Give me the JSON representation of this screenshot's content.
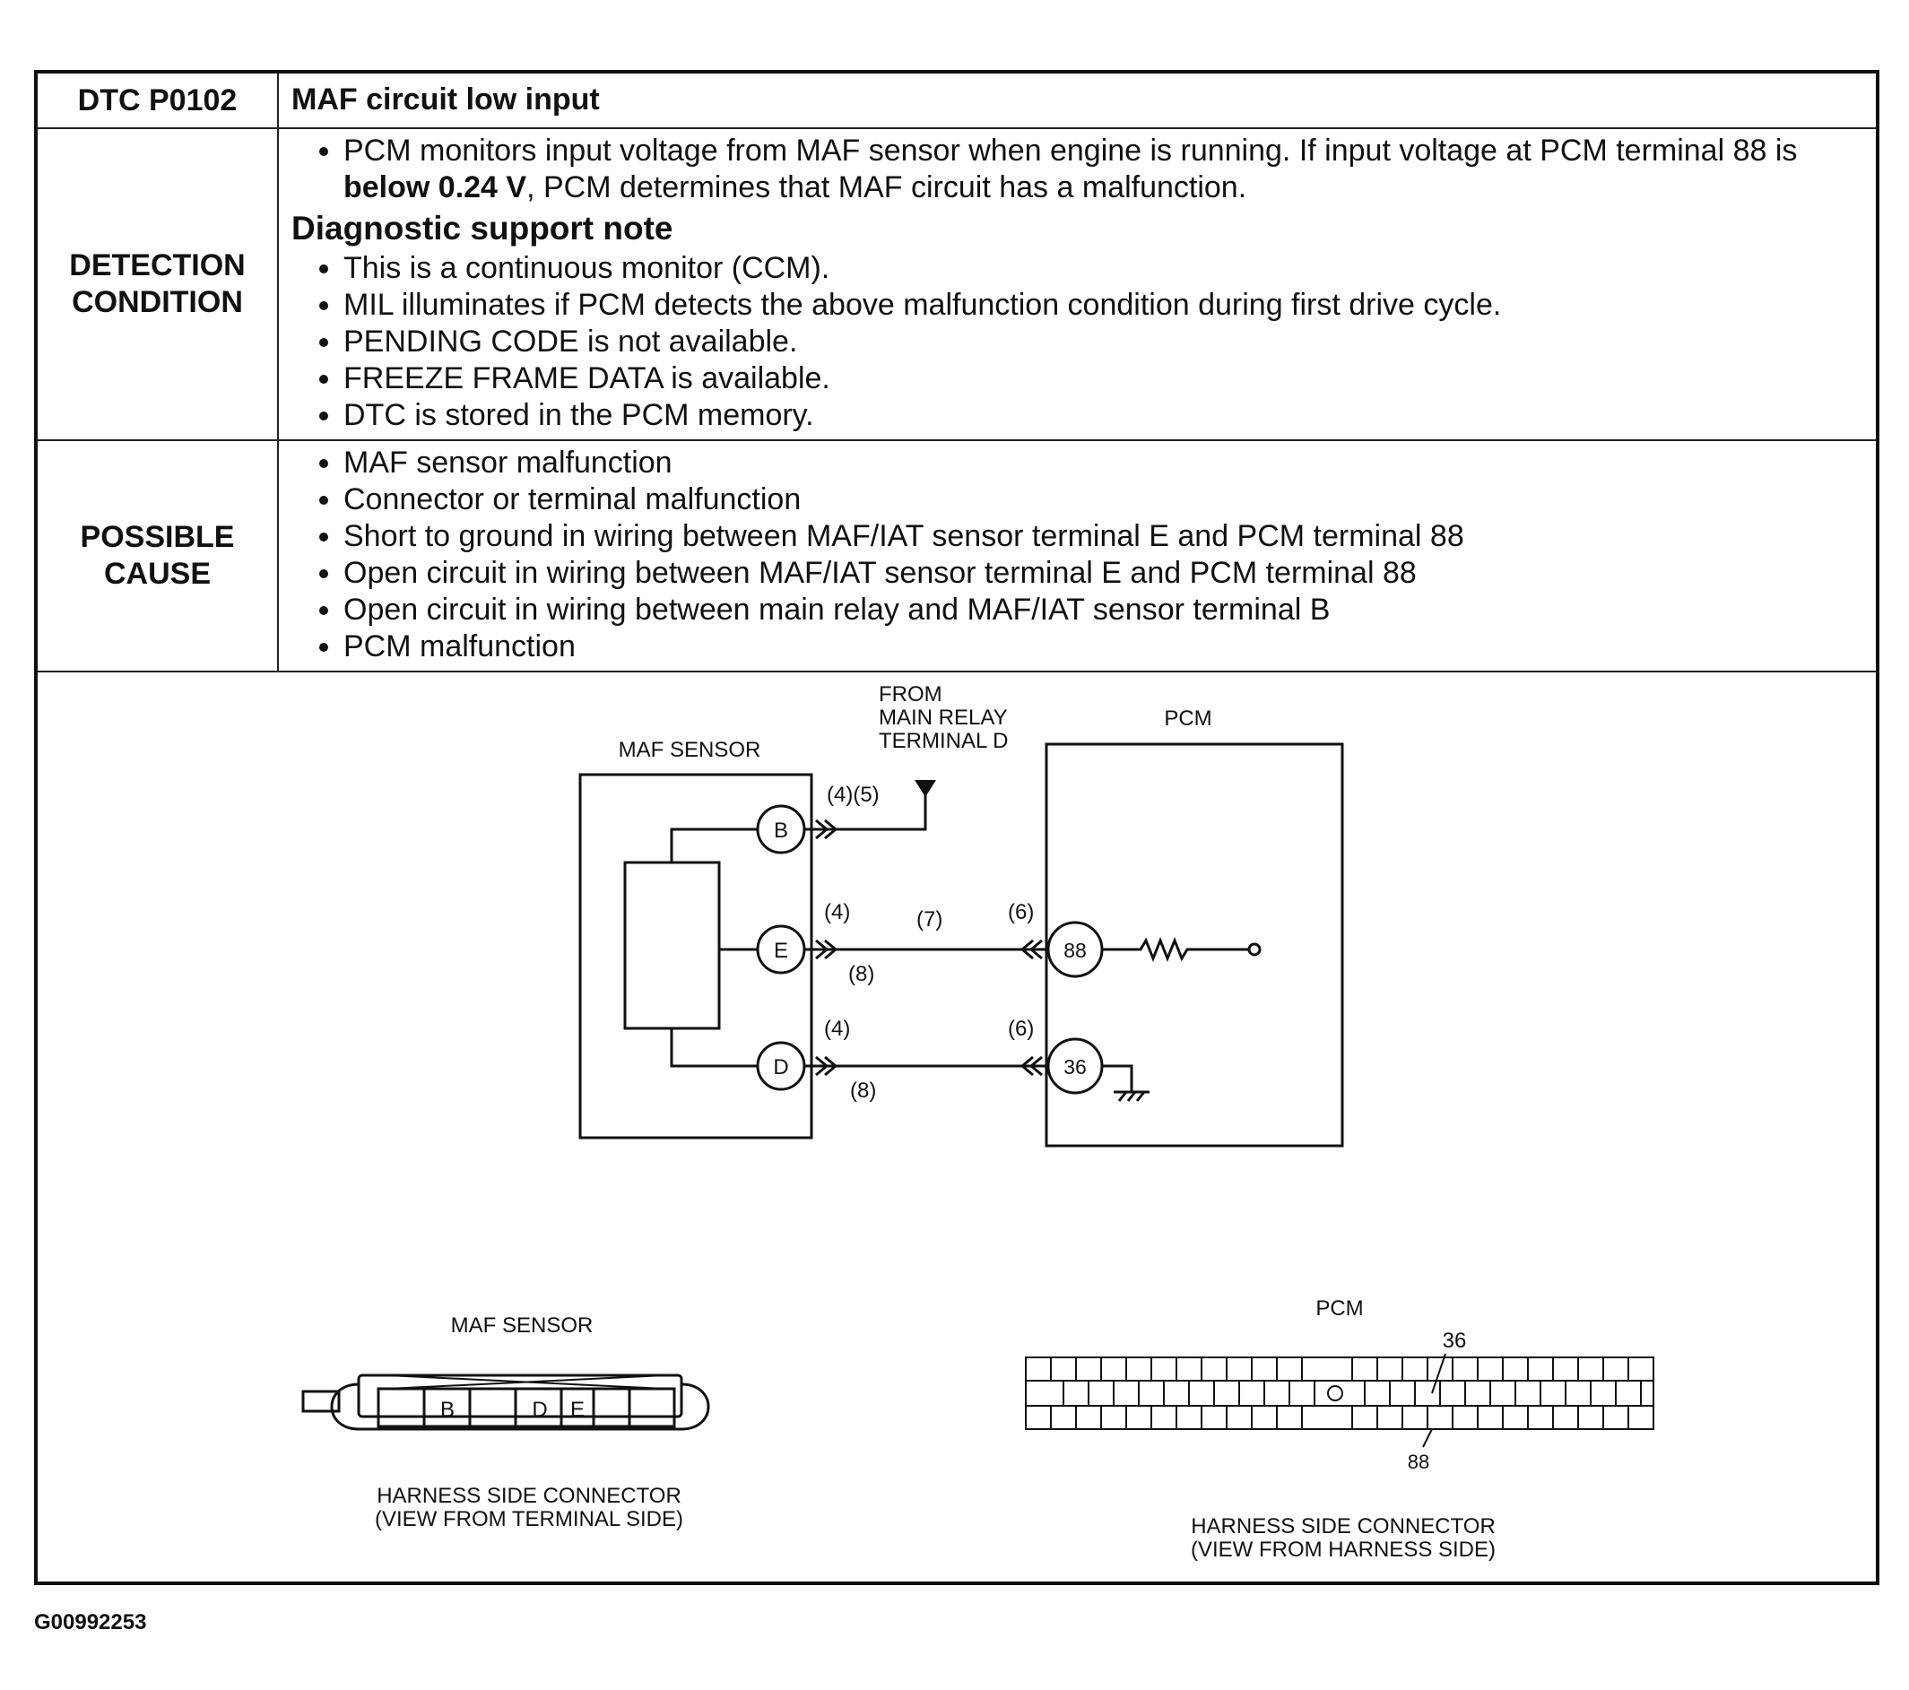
{
  "dtc": {
    "code_label": "DTC P0102",
    "title": "MAF circuit low input"
  },
  "detection": {
    "label_line1": "DETECTION",
    "label_line2": "CONDITION",
    "bullet1_before": "PCM monitors input voltage from MAF sensor when engine is running. If input voltage at PCM terminal 88 is ",
    "bullet1_bold": "below 0.24 V",
    "bullet1_after": ", PCM determines that MAF circuit has a malfunction.",
    "support_title": "Diagnostic support note",
    "support_notes": [
      "This is a continuous monitor (CCM).",
      "MIL illuminates if PCM detects the above malfunction condition during first drive cycle.",
      "PENDING CODE is not available.",
      "FREEZE FRAME DATA is available.",
      "DTC is stored in the PCM memory."
    ]
  },
  "possible_cause": {
    "label_line1": "POSSIBLE",
    "label_line2": "CAUSE",
    "items": [
      "MAF sensor malfunction",
      "Connector or terminal malfunction",
      "Short to ground in wiring between MAF/IAT sensor terminal E and PCM terminal 88",
      "Open circuit in wiring between MAF/IAT sensor terminal E and PCM terminal 88",
      "Open circuit in wiring between main relay and MAF/IAT sensor terminal B",
      "PCM malfunction"
    ]
  },
  "wiring": {
    "maf_label": "MAF SENSOR",
    "pcm_label": "PCM",
    "from_line1": "FROM",
    "from_line2": "MAIN RELAY",
    "from_line3": "TERMINAL D",
    "terminal_b": "B",
    "terminal_e": "E",
    "terminal_d": "D",
    "pcm_terminal_88": "88",
    "pcm_terminal_36": "36",
    "ref_b": "(4)(5)",
    "ref_e_top": "(4)",
    "ref_e_mid": "(7)",
    "ref_e_bottom": "(8)",
    "ref_88": "(6)",
    "ref_d_top": "(4)",
    "ref_d_bottom": "(8)",
    "ref_36": "(6)"
  },
  "connectors": {
    "maf_title": "MAF SENSOR",
    "maf_pins": [
      "B",
      "D",
      "E"
    ],
    "maf_caption_line1": "HARNESS SIDE CONNECTOR",
    "maf_caption_line2": "(VIEW FROM TERMINAL SIDE)",
    "pcm_title": "PCM",
    "pcm_pin_top": "36",
    "pcm_pin_bottom": "88",
    "pcm_caption_line1": "HARNESS SIDE CONNECTOR",
    "pcm_caption_line2": "(VIEW FROM HARNESS SIDE)"
  },
  "figure_code": "G00992253"
}
